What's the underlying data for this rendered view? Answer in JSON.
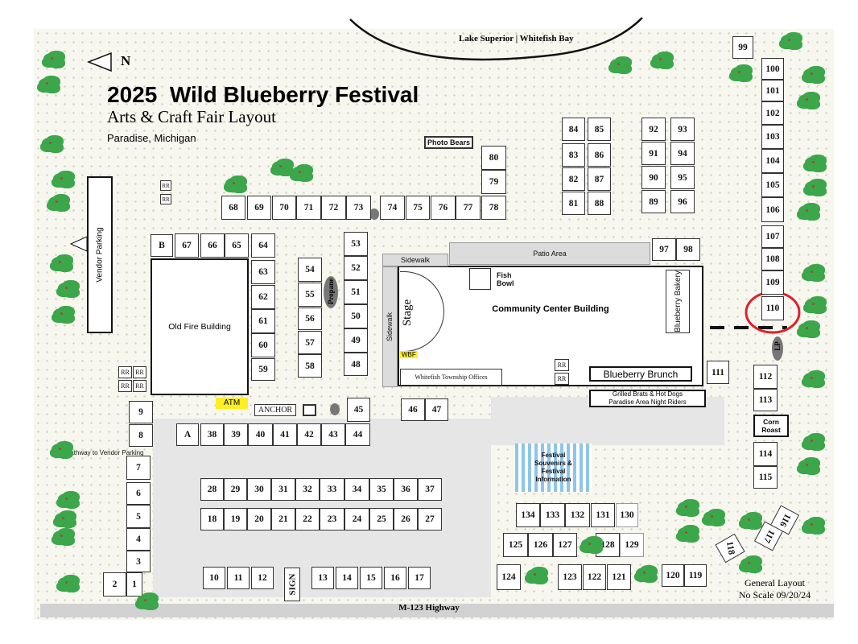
{
  "title": "2025  Wild Blueberry Festival",
  "subtitle": "Arts & Craft Fair Layout",
  "location": "Paradise, Michigan",
  "north": "N",
  "lake": "Lake Superior | Whitefish Bay",
  "highway": "M-123 Highway",
  "general_layout": "General Layout",
  "scale_note": "No Scale 09/20/24",
  "vendor_parking": "Vendor Parking",
  "pathway": "Pathway to Vendor Parking",
  "buildings": {
    "old_fire": "Old Fire Building",
    "community": "Community Center Building",
    "blueberry_bakery": "Blueberry Bakery",
    "blueberry_brunch": "Blueberry Brunch",
    "township": "Whitefish Township Offices",
    "patio": "Patio Area",
    "sidewalk_top": "Sidewalk",
    "sidewalk_side": "Sidewalk",
    "stage": "Stage",
    "fish_bowl": "Fish Bowl",
    "wbf": "WBF",
    "photo_bears": "Photo Bears",
    "brats": "Grilled Brats & Hot Dogs",
    "night_riders": "Paradise Area Night Riders",
    "corn_roast": "Corn Roast",
    "souvenirs": "Festival Souvenirs & Festival Information",
    "atm": "ATM",
    "anchor": "ANCHOR",
    "sign": "SIGN",
    "propane": "Propane",
    "lp": "LP",
    "rr": "RR"
  },
  "booths": {
    "b": "B",
    "a": "A",
    "n1": "1",
    "n2": "2",
    "n3": "3",
    "n4": "4",
    "n5": "5",
    "n6": "6",
    "n7": "7",
    "n8": "8",
    "n9": "9",
    "n10": "10",
    "n11": "11",
    "n12": "12",
    "n13": "13",
    "n14": "14",
    "n15": "15",
    "n16": "16",
    "n17": "17",
    "n18": "18",
    "n19": "19",
    "n20": "20",
    "n21": "21",
    "n22": "22",
    "n23": "23",
    "n24": "24",
    "n25": "25",
    "n26": "26",
    "n27": "27",
    "n28": "28",
    "n29": "29",
    "n30": "30",
    "n31": "31",
    "n32": "32",
    "n33": "33",
    "n34": "34",
    "n35": "35",
    "n36": "36",
    "n37": "37",
    "n38": "38",
    "n39": "39",
    "n40": "40",
    "n41": "41",
    "n42": "42",
    "n43": "43",
    "n44": "44",
    "n45": "45",
    "n46": "46",
    "n47": "47",
    "n48": "48",
    "n49": "49",
    "n50": "50",
    "n51": "51",
    "n52": "52",
    "n53": "53",
    "n54": "54",
    "n55": "55",
    "n56": "56",
    "n57": "57",
    "n58": "58",
    "n59": "59",
    "n60": "60",
    "n61": "61",
    "n62": "62",
    "n63": "63",
    "n64": "64",
    "n65": "65",
    "n66": "66",
    "n67": "67",
    "n68": "68",
    "n69": "69",
    "n70": "70",
    "n71": "71",
    "n72": "72",
    "n73": "73",
    "n74": "74",
    "n75": "75",
    "n76": "76",
    "n77": "77",
    "n78": "78",
    "n79": "79",
    "n80": "80",
    "n81": "81",
    "n82": "82",
    "n83": "83",
    "n84": "84",
    "n85": "85",
    "n86": "86",
    "n87": "87",
    "n88": "88",
    "n89": "89",
    "n90": "90",
    "n91": "91",
    "n92": "92",
    "n93": "93",
    "n94": "94",
    "n95": "95",
    "n96": "96",
    "n97": "97",
    "n98": "98",
    "n99": "99",
    "n100": "100",
    "n101": "101",
    "n102": "102",
    "n103": "103",
    "n104": "104",
    "n105": "105",
    "n106": "106",
    "n107": "107",
    "n108": "108",
    "n109": "109",
    "n110": "110",
    "n111": "111",
    "n112": "112",
    "n113": "113",
    "n114": "114",
    "n115": "115",
    "n116": "116",
    "n117": "117",
    "n118": "118",
    "n119": "119",
    "n120": "120",
    "n121": "121",
    "n122": "122",
    "n123": "123",
    "n124": "124",
    "n125": "125",
    "n126": "126",
    "n127": "127",
    "n128": "128",
    "n129": "129",
    "n130": "130",
    "n131": "131",
    "n132": "132",
    "n133": "133",
    "n134": "134"
  },
  "colors": {
    "tree": "#3ca64a",
    "atm": "#ffee22",
    "souvenir_stripe": "#8ec5ea",
    "highlight_circle": "#e0202a"
  }
}
